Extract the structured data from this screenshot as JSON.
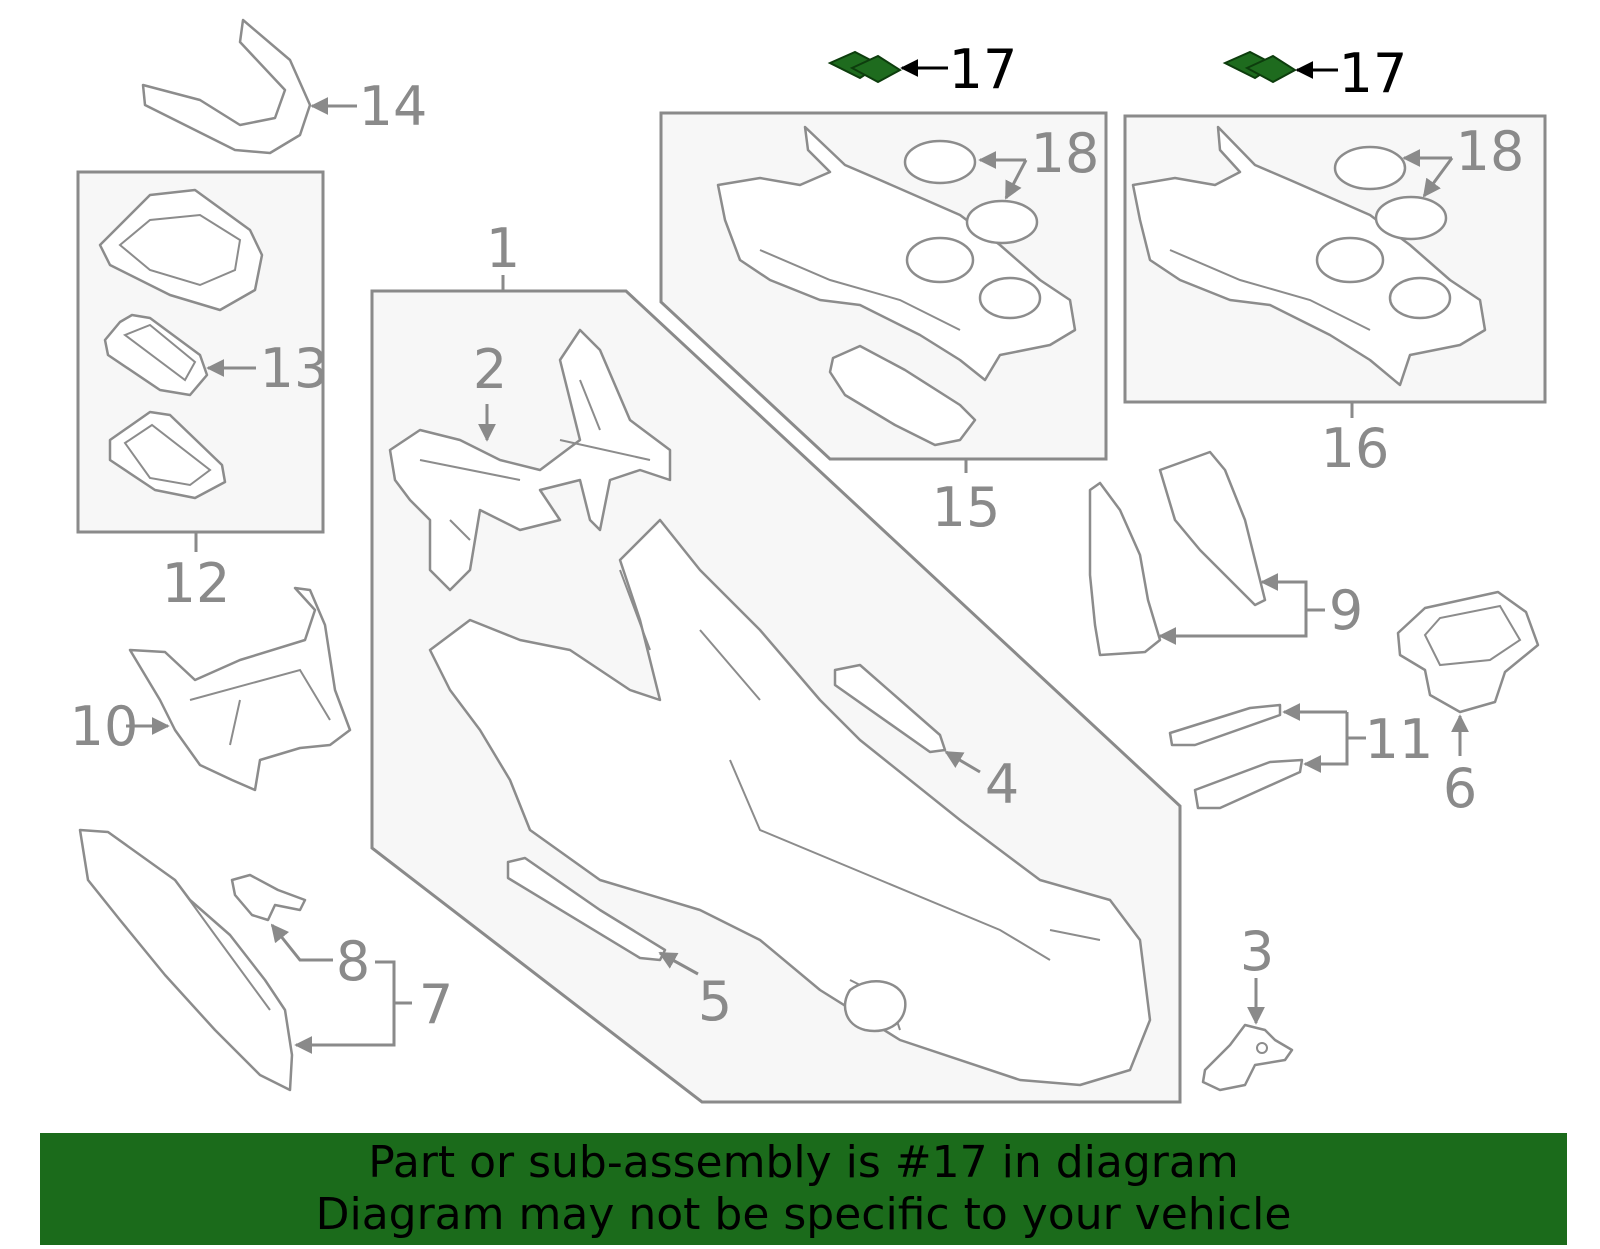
{
  "diagram": {
    "highlight_color": "#1b6b1b",
    "line_color": "#8a8a8a",
    "callouts": {
      "c1": "1",
      "c2": "2",
      "c3": "3",
      "c4": "4",
      "c5": "5",
      "c6": "6",
      "c7": "7",
      "c8": "8",
      "c9": "9",
      "c10": "10",
      "c11": "11",
      "c12": "12",
      "c13": "13",
      "c14": "14",
      "c15": "15",
      "c16": "16",
      "c17a": "17",
      "c17b": "17",
      "c18a": "18",
      "c18b": "18"
    },
    "highlighted_part": "17"
  },
  "banner": {
    "line1": "Part or sub-assembly is #17 in diagram",
    "line2": "Diagram may not be specific to your vehicle"
  }
}
